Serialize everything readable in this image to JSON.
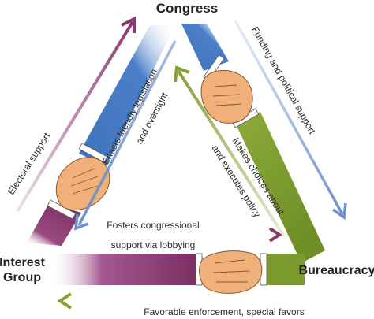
{
  "nodes": {
    "congress": "Congress",
    "interest_group_line1": "Interest",
    "interest_group_line2": "Group",
    "bureaucracy": "Bureaucracy"
  },
  "edges": {
    "electoral_support": "Electoral support",
    "enacts_line1": "Enacts friendly legislation",
    "enacts_line2": "and oversight",
    "funding": "Funding and political support",
    "makes_choices_line1": "Makes choices about",
    "makes_choices_line2": "and executes policy",
    "fosters_line1": "Fosters congressional",
    "fosters_line2": "support via lobbying",
    "favorable": "Favorable enforcement, special favors"
  },
  "colors": {
    "blue": "#4a7fc8",
    "purple": "#8a3870",
    "green": "#7a9a2e",
    "skin": "#f0b07a",
    "arrow_purple": "#8a3870",
    "arrow_blue": "#6b8fcf",
    "arrow_green": "#86a034"
  }
}
